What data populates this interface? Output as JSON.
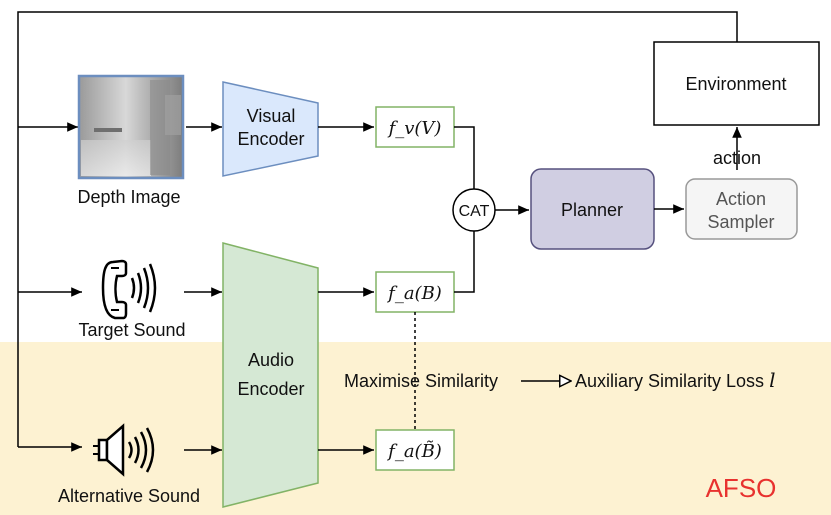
{
  "environment": {
    "label": "Environment"
  },
  "action": {
    "label": "action"
  },
  "sampler": {
    "line1": "Action",
    "line2": "Sampler"
  },
  "planner": {
    "label": "Planner"
  },
  "cat": {
    "label": "CAT"
  },
  "visual_encoder": {
    "line1": "Visual",
    "line2": "Encoder"
  },
  "audio_encoder": {
    "line1": "Audio",
    "line2": "Encoder"
  },
  "features": {
    "fv": "f_v(V)",
    "fa": "f_a(B)",
    "fa_alt": "f_a(B̃)"
  },
  "inputs": {
    "depth": "Depth Image",
    "target": "Target Sound",
    "alternative": "Alternative Sound"
  },
  "similarity": {
    "maximise": "Maximise Similarity",
    "loss": "Auxiliary Similarity Loss",
    "loss_symbol": "l"
  },
  "afso": {
    "label": "AFSO"
  },
  "colors": {
    "afso_region": "#fdf2d2",
    "afso_text": "#e8322f",
    "visual_encoder_fill": "#dae8fc",
    "visual_encoder_stroke": "#6c8ebf",
    "audio_encoder_fill": "#d5e8d4",
    "audio_encoder_stroke": "#82b366",
    "planner_fill": "#d0cee2",
    "planner_stroke": "#56517e",
    "sampler_fill": "#f5f5f5",
    "sampler_stroke": "#999999"
  }
}
